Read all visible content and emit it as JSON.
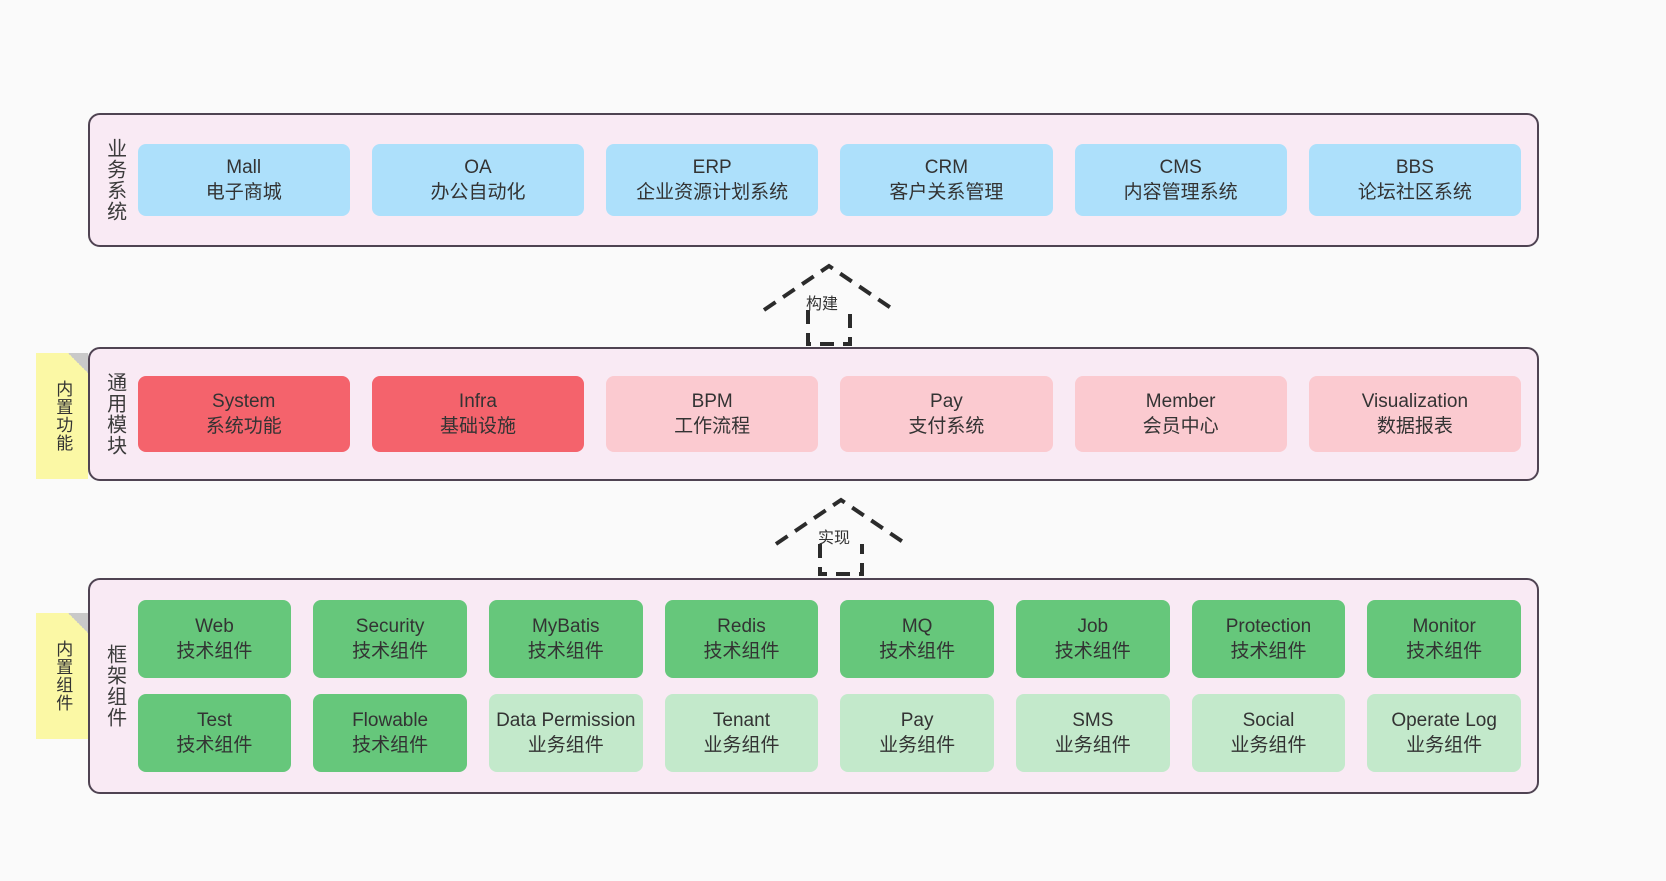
{
  "diagram": {
    "title": "",
    "colors": {
      "canvas_bg": "#fafafa",
      "layer_bg": "#f9eaf4",
      "layer_border": "#4f4352",
      "business_card": "#ade0fb",
      "module_card_strong": "#f4636c",
      "module_card_soft": "#fbcad0",
      "framework_tech_card": "#66c77b",
      "framework_biz_card": "#c3e9cb",
      "note_bg": "#fbf8a5",
      "note_fold": "#c9c9c9",
      "text": "#333333"
    }
  },
  "layers": [
    {
      "id": "business-system",
      "title": "业务系统",
      "rows": [
        [
          {
            "name": "Mall",
            "desc": "电子商城",
            "style": "c-blue"
          },
          {
            "name": "OA",
            "desc": "办公自动化",
            "style": "c-blue"
          },
          {
            "name": "ERP",
            "desc": "企业资源计划系统",
            "style": "c-blue"
          },
          {
            "name": "CRM",
            "desc": "客户关系管理",
            "style": "c-blue"
          },
          {
            "name": "CMS",
            "desc": "内容管理系统",
            "style": "c-blue"
          },
          {
            "name": "BBS",
            "desc": "论坛社区系统",
            "style": "c-blue"
          }
        ]
      ]
    },
    {
      "id": "common-module",
      "title": "通用模块",
      "rows": [
        [
          {
            "name": "System",
            "desc": "系统功能",
            "style": "c-red"
          },
          {
            "name": "Infra",
            "desc": "基础设施",
            "style": "c-red"
          },
          {
            "name": "BPM",
            "desc": "工作流程",
            "style": "c-pink"
          },
          {
            "name": "Pay",
            "desc": "支付系统",
            "style": "c-pink"
          },
          {
            "name": "Member",
            "desc": "会员中心",
            "style": "c-pink"
          },
          {
            "name": "Visualization",
            "desc": "数据报表",
            "style": "c-pink"
          }
        ]
      ]
    },
    {
      "id": "framework-component",
      "title": "框架组件",
      "rows": [
        [
          {
            "name": "Web",
            "desc": "技术组件",
            "style": "c-green"
          },
          {
            "name": "Security",
            "desc": "技术组件",
            "style": "c-green"
          },
          {
            "name": "MyBatis",
            "desc": "技术组件",
            "style": "c-green"
          },
          {
            "name": "Redis",
            "desc": "技术组件",
            "style": "c-green"
          },
          {
            "name": "MQ",
            "desc": "技术组件",
            "style": "c-green"
          },
          {
            "name": "Job",
            "desc": "技术组件",
            "style": "c-green"
          },
          {
            "name": "Protection",
            "desc": "技术组件",
            "style": "c-green"
          },
          {
            "name": "Monitor",
            "desc": "技术组件",
            "style": "c-green"
          }
        ],
        [
          {
            "name": "Test",
            "desc": "技术组件",
            "style": "c-green"
          },
          {
            "name": "Flowable",
            "desc": "技术组件",
            "style": "c-green"
          },
          {
            "name": "Data Permission",
            "desc": "业务组件",
            "style": "c-lightgreen"
          },
          {
            "name": "Tenant",
            "desc": "业务组件",
            "style": "c-lightgreen"
          },
          {
            "name": "Pay",
            "desc": "业务组件",
            "style": "c-lightgreen"
          },
          {
            "name": "SMS",
            "desc": "业务组件",
            "style": "c-lightgreen"
          },
          {
            "name": "Social",
            "desc": "业务组件",
            "style": "c-lightgreen"
          },
          {
            "name": "Operate Log",
            "desc": "业务组件",
            "style": "c-lightgreen"
          }
        ]
      ]
    }
  ],
  "notes": [
    {
      "id": "note-builtin-function",
      "text": "内置功能"
    },
    {
      "id": "note-builtin-component",
      "text": "内置组件"
    }
  ],
  "connectors": [
    {
      "id": "connector-build",
      "label": "构建",
      "style": "dashed-hollow-arrow-up"
    },
    {
      "id": "connector-implement",
      "label": "实现",
      "style": "dashed-hollow-arrow-up"
    }
  ]
}
